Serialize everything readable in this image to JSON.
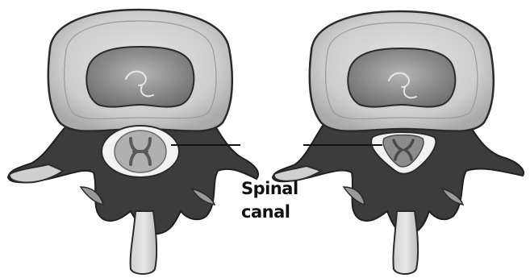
{
  "callout": {
    "line1": "Spinal",
    "line2": "canal"
  },
  "figures": [
    {
      "name": "normal-vertebra",
      "canal_state": "normal"
    },
    {
      "name": "stenotic-vertebra",
      "canal_state": "narrowed"
    }
  ],
  "colors": {
    "disc_outer": "#cfcfcf",
    "disc_inner": "#8e8e8e",
    "bone_dark": "#3c3c3c",
    "bone_light": "#d6d6d6",
    "canal": "#f2f2f2",
    "cord": "#a9a9a9",
    "line": "#111111"
  }
}
